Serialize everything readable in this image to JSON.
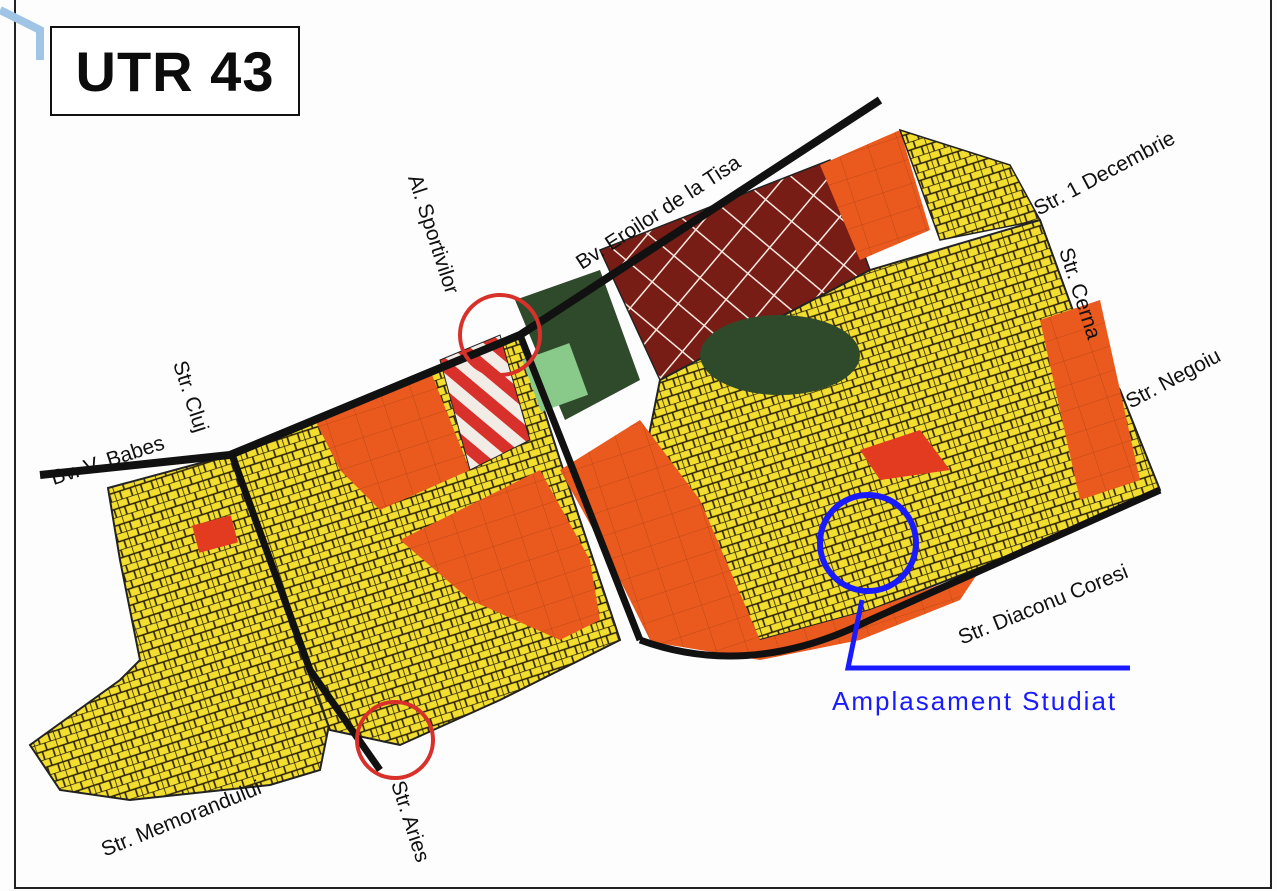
{
  "map": {
    "title": "UTR 43",
    "site_label": "Amplasament  Studiat",
    "streets": {
      "bv_eroilor": "Bv. Eroilor de la Tisa",
      "str_1_decembrie": "Str. 1 Decembrie",
      "al_sportivilor": "Al. Sportivilor",
      "str_cluj": "Str. Cluj",
      "bv_babes": "Bv. V. Babes",
      "str_cerna": "Str. Cerna",
      "str_negoiu": "Str. Negoiu",
      "str_diaconu_coresi": "Str. Diaconu Coresi",
      "str_memorandului": "Str. Memorandului",
      "str_aries": "Str. Aries"
    },
    "colors": {
      "residential_yellow": "#f2de2f",
      "commercial_orange": "#ea5a1e",
      "green_space": "#2f4a2a",
      "hatched_red": "#8a1f18",
      "boundary": "#111111",
      "site_marker": "#1a1aff"
    }
  }
}
